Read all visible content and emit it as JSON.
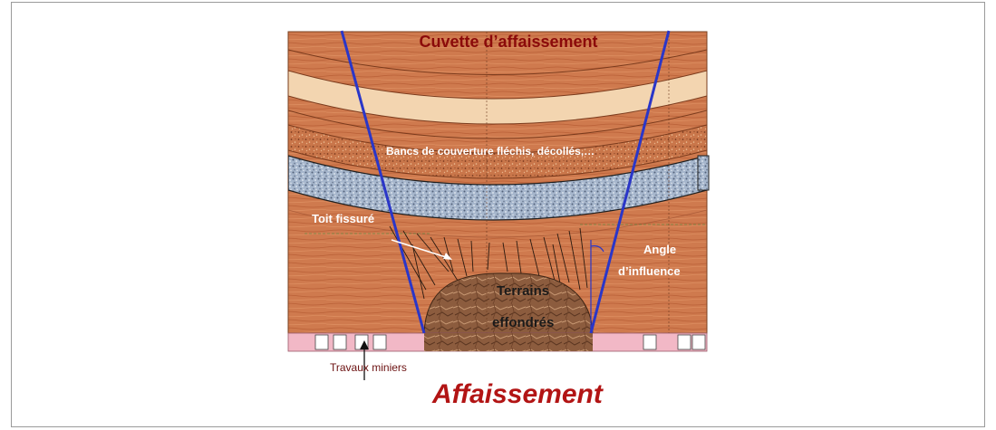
{
  "labels": {
    "cuvette": "Cuvette d’affaissement",
    "bancs": "Bancs de couverture fléchis, décollés,…",
    "toit": "Toit fissuré",
    "angle_line1": "Angle",
    "angle_line2": "d’influence",
    "terrains_line1": "Terrains",
    "terrains_line2": "effondrés",
    "travaux": "Travaux miniers",
    "main_title": "Affaissement"
  },
  "colors": {
    "wood": "#cf7a4e",
    "wood_grain": "#b45c34",
    "cream_band": "#f3d5b0",
    "speckled_band": "#c26a3c",
    "gravel_band": "#9db0c8",
    "mine_strip": "#f2b8c6",
    "collapse_rock": "#8a5a3c",
    "influence_line": "#2a36c8",
    "title_red": "#b21414",
    "label_darkred": "#8b0a0a"
  }
}
